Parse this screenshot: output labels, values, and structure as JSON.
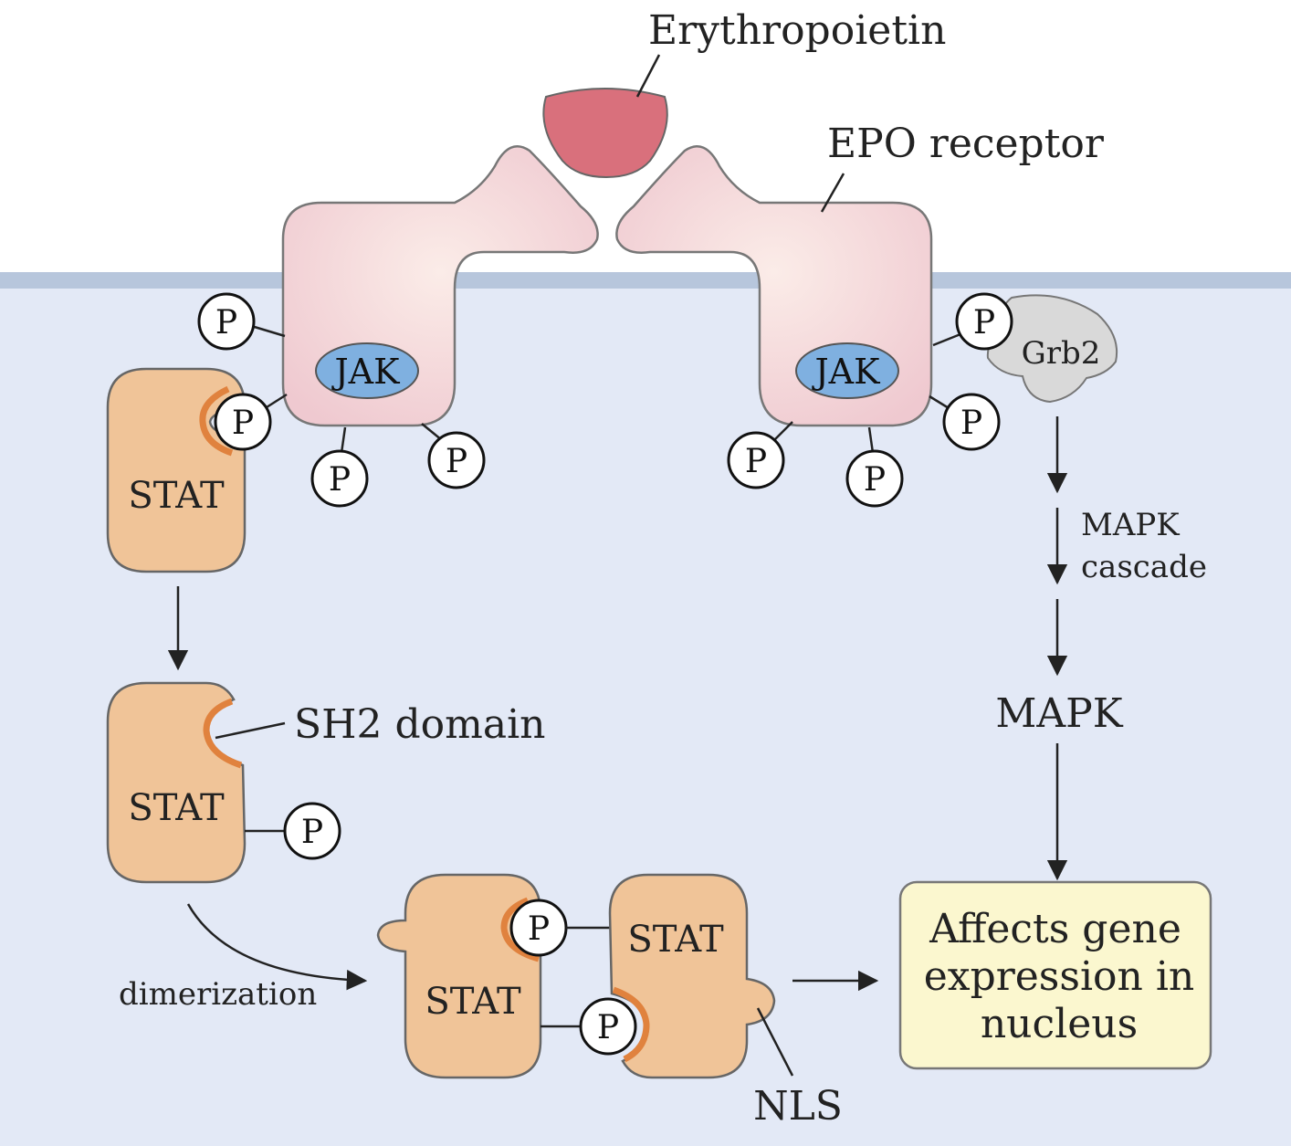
{
  "labels": {
    "ligand": "Erythropoietin",
    "receptor": "EPO receptor",
    "jak": "JAK",
    "phospho": "P",
    "adaptor": "Grb2",
    "cascade_line1": "MAPK",
    "cascade_line2": "cascade",
    "kinase": "MAPK",
    "stat": "STAT",
    "sh2": "SH2 domain",
    "dimerization": "dimerization",
    "nls": "NLS",
    "outcome_line1": "Affects gene",
    "outcome_line2": "expression in",
    "outcome_line3": "nucleus"
  },
  "colors": {
    "cytoplasm": "#e3e9f6",
    "membrane": "#b7c6dc",
    "epo": "#d9707c",
    "receptor": "#f3d4d8",
    "jak": "#7fb0e0",
    "stat": "#f0c498",
    "sh2": "#e0823e",
    "grb2": "#d9d9d9",
    "outcome_box": "#fbf7cf"
  }
}
